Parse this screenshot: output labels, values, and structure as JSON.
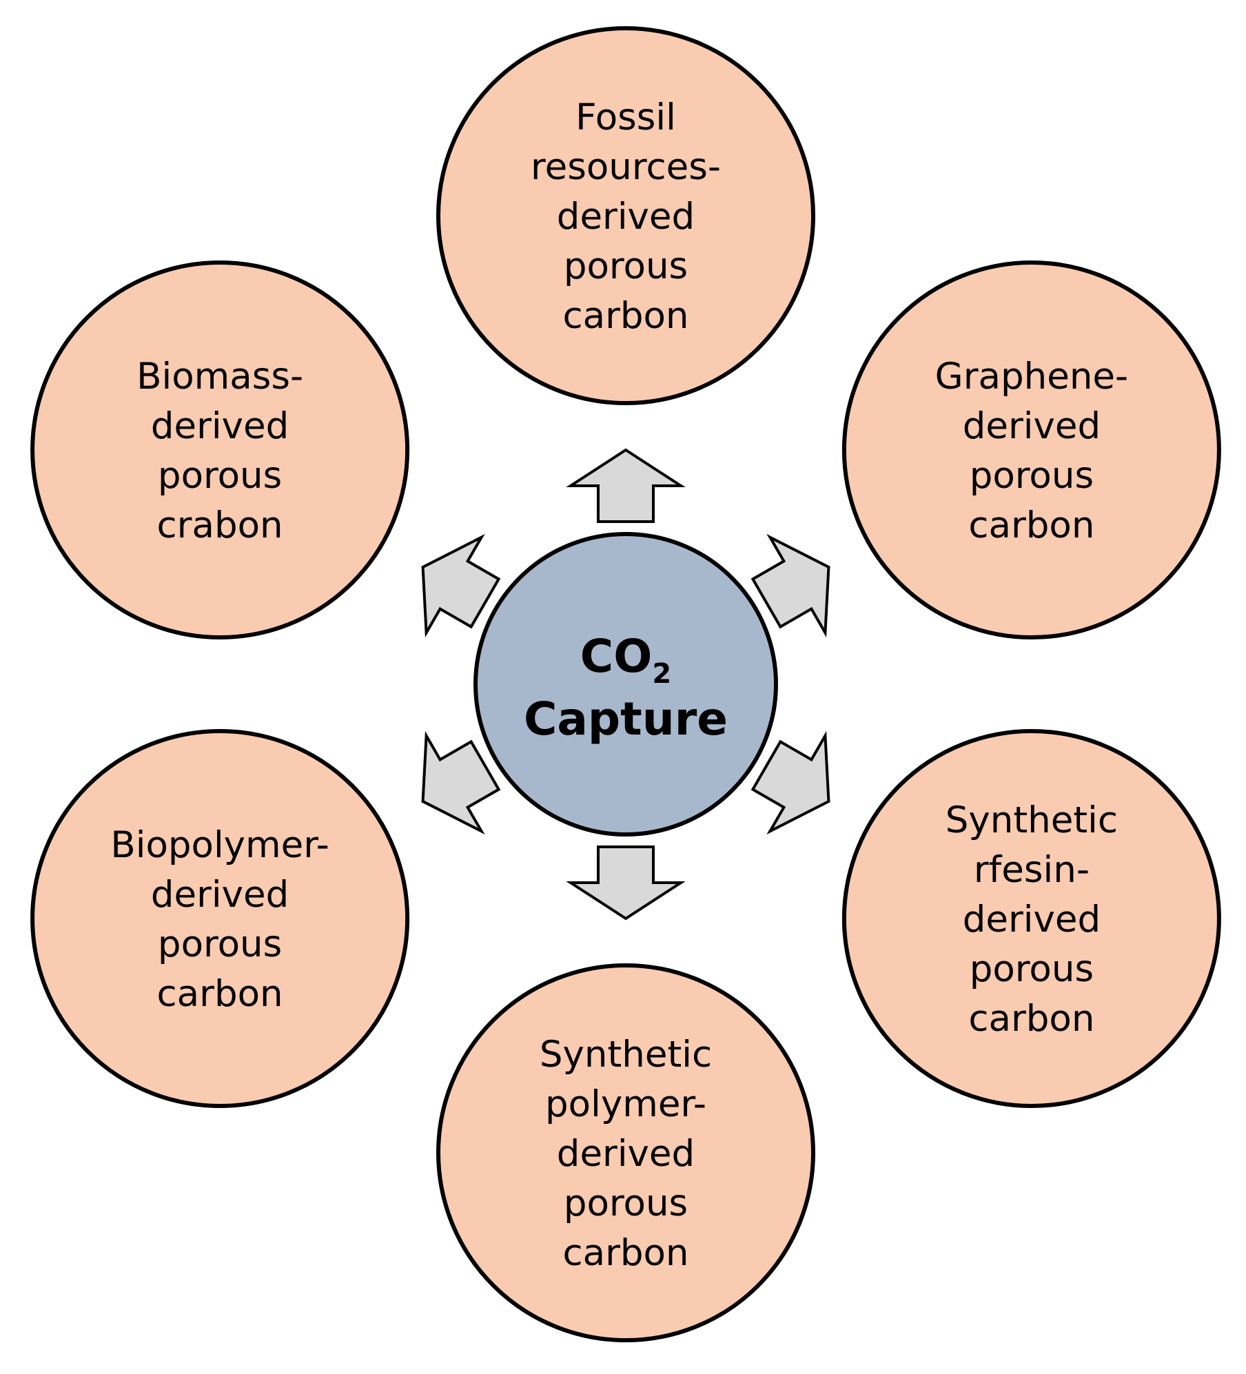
{
  "center": {
    "line1_main": "CO",
    "line1_subscript": "2",
    "line2": "Capture"
  },
  "nodes": [
    {
      "id": "fossil",
      "lines": [
        "Fossil",
        "resources-",
        "derived",
        "porous",
        "carbon"
      ]
    },
    {
      "id": "graphene",
      "lines": [
        "Graphene-",
        "derived",
        "porous",
        "carbon"
      ]
    },
    {
      "id": "synthetic-resin",
      "lines": [
        "Synthetic",
        "rfesin-",
        "derived",
        "porous",
        "carbon"
      ]
    },
    {
      "id": "synthetic-polymer",
      "lines": [
        "Synthetic",
        "polymer-",
        "derived",
        "porous",
        "carbon"
      ]
    },
    {
      "id": "biopolymer",
      "lines": [
        "Biopolymer-",
        "derived",
        "porous",
        "carbon"
      ]
    },
    {
      "id": "biomass",
      "lines": [
        "Biomass-",
        "derived",
        "porous",
        "crabon"
      ]
    }
  ],
  "colors": {
    "node_fill": "#f9cbb0",
    "center_fill": "#a8b8cc",
    "arrow_fill": "#d9d9d9",
    "stroke": "#000000"
  }
}
